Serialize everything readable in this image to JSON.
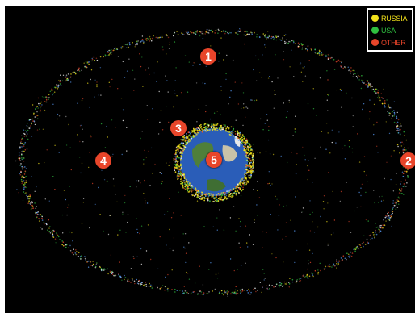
{
  "legend": {
    "items": [
      {
        "label": "RUSSIA",
        "color": "#f2e21a",
        "icon": "dot-icon"
      },
      {
        "label": "USA",
        "color": "#2fbf3f",
        "icon": "dot-icon"
      },
      {
        "label": "OTHER",
        "color": "#e8452a",
        "icon": "dot-icon"
      }
    ]
  },
  "markers": [
    {
      "id": "1",
      "label": "1"
    },
    {
      "id": "2",
      "label": "2"
    },
    {
      "id": "3",
      "label": "3"
    },
    {
      "id": "4",
      "label": "4"
    },
    {
      "id": "5",
      "label": "5"
    }
  ],
  "colors": {
    "background": "#000000",
    "debris": [
      "#f2e21a",
      "#2fbf3f",
      "#e8452a",
      "#5aa0ff",
      "#ffffff"
    ],
    "earth_ocean": "#2a5db8"
  }
}
